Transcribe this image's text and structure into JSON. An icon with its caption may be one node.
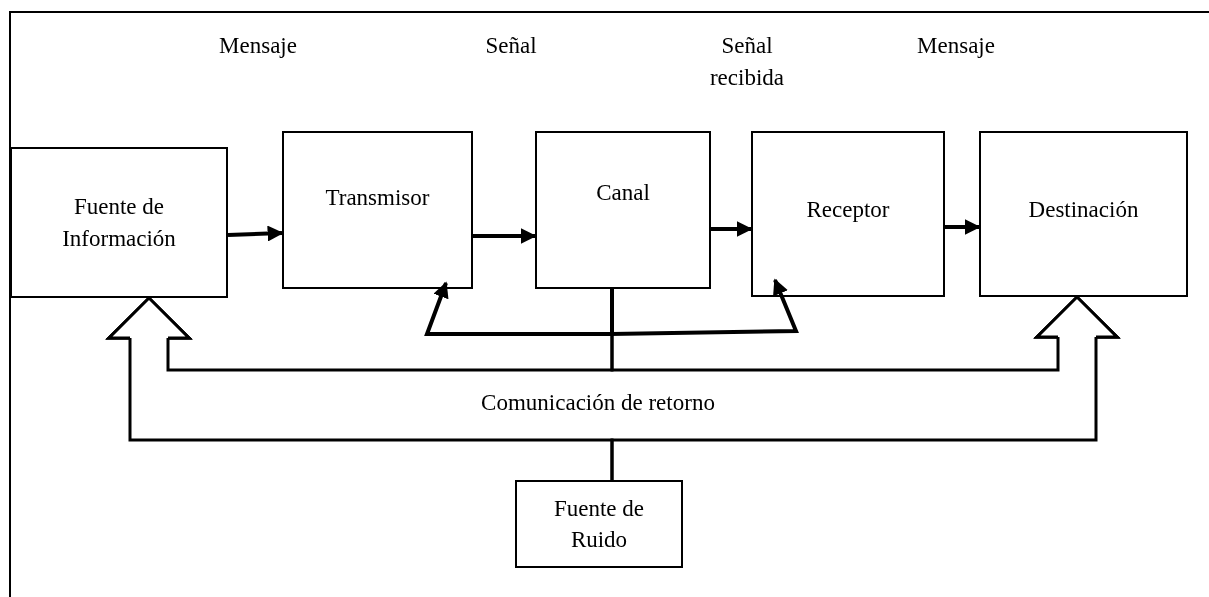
{
  "diagram": {
    "nodes": [
      {
        "text": [
          "Fuente de Información"
        ]
      },
      {
        "text": [
          "Transmisor"
        ]
      },
      {
        "text": [
          "Canal"
        ]
      },
      {
        "text": [
          "Receptor"
        ]
      },
      {
        "text": [
          "Destinación"
        ]
      },
      {
        "text": [
          "Fuente de Ruido"
        ]
      }
    ],
    "edges": [
      {
        "from": 0,
        "to": 1,
        "arrow": "to"
      },
      {
        "from": 1,
        "to": 2,
        "arrow": "to"
      },
      {
        "from": 2,
        "to": 3,
        "arrow": "to"
      },
      {
        "from": 3,
        "to": 4,
        "arrow": "to"
      },
      {
        "from": 2,
        "to": 1,
        "arrow": "to"
      },
      {
        "from": 2,
        "to": 3,
        "arrow": "to"
      },
      {
        "from": 2,
        "to": 0,
        "arrow": "to"
      },
      {
        "from": 2,
        "to": 4,
        "arrow": "to"
      },
      {
        "from": 5,
        "to": 0,
        "arrow": "to"
      },
      {
        "from": 5,
        "to": 4,
        "arrow": "to"
      }
    ],
    "labels": [
      "Mensaje",
      "Señal",
      "Señal recibida",
      "Mensaje",
      "Comunicación de retorno"
    ]
  }
}
